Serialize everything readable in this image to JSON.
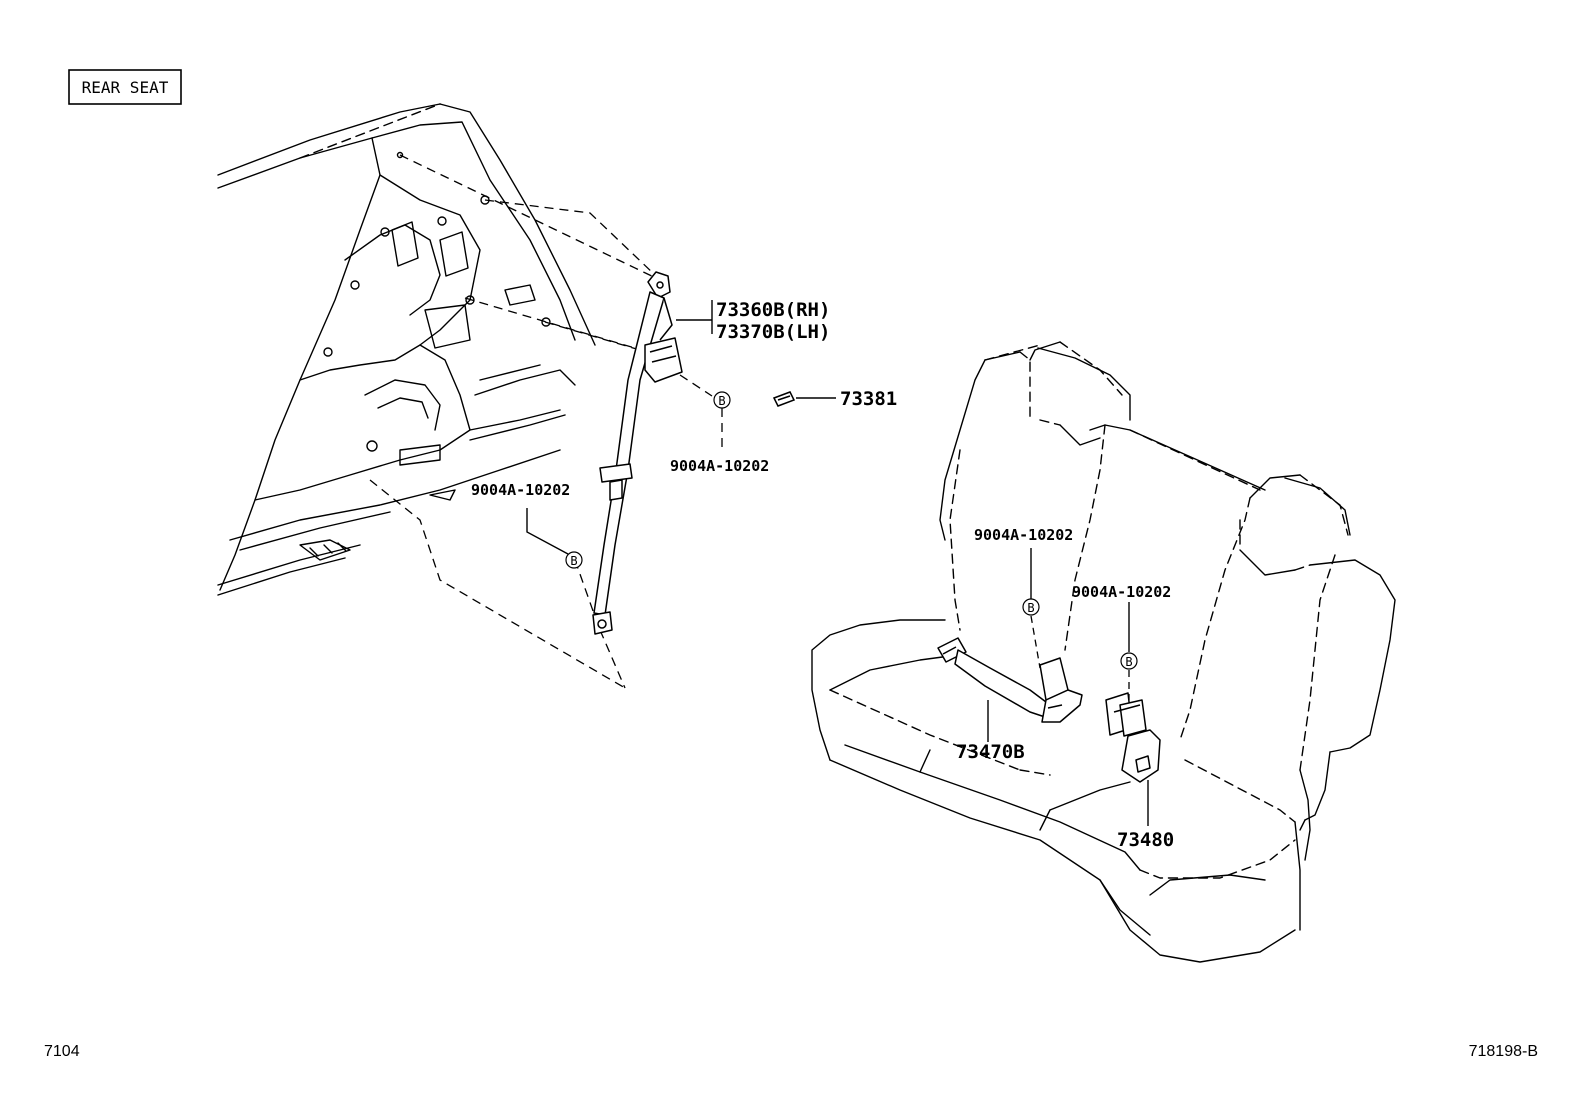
{
  "header": {
    "section_label": "REAR SEAT"
  },
  "parts": {
    "retractor_rh": "73360B(RH)",
    "retractor_lh": "73370B(LH)",
    "clip": "73381",
    "bolt_upper": "9004A-10202",
    "bolt_lower": "9004A-10202",
    "bolt_seat_left": "9004A-10202",
    "bolt_seat_right": "9004A-10202",
    "buckle_outer": "73470B",
    "buckle_center": "73480"
  },
  "bolt_marker": "B",
  "footer": {
    "page_code": "7104",
    "illustration_id": "718198-B"
  }
}
